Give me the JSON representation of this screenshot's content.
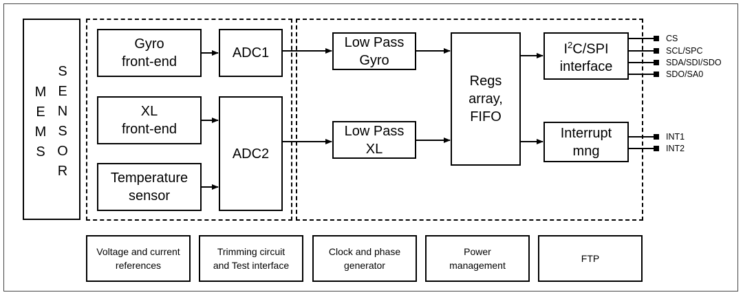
{
  "mems_left": [
    "M",
    "E",
    "M",
    "S"
  ],
  "mems_right": [
    "S",
    "E",
    "N",
    "S",
    "O",
    "R"
  ],
  "blocks": {
    "gyro_frontend": "Gyro\nfront-end",
    "adc1": "ADC1",
    "xl_frontend": "XL\nfront-end",
    "adc2": "ADC2",
    "temperature_sensor": "Temperature\nsensor",
    "low_pass_gyro": "Low Pass\nGyro",
    "low_pass_xl": "Low Pass\nXL",
    "regs_fifo": "Regs\narray,\nFIFO",
    "i2c_spi_prefix": "I",
    "i2c_spi_sup": "2",
    "i2c_spi_suffix": "C/SPI",
    "i2c_spi_line2": "interface",
    "interrupt_mng": "Interrupt\nmng"
  },
  "pins": [
    "CS",
    "SCL/SPC",
    "SDA/SDI/SDO",
    "SDO/SA0",
    "INT1",
    "INT2"
  ],
  "bottom_blocks": [
    "Voltage and current\nreferences",
    "Trimming circuit\nand Test interface",
    "Clock and phase\ngenerator",
    "Power\nmanagement",
    "FTP"
  ]
}
